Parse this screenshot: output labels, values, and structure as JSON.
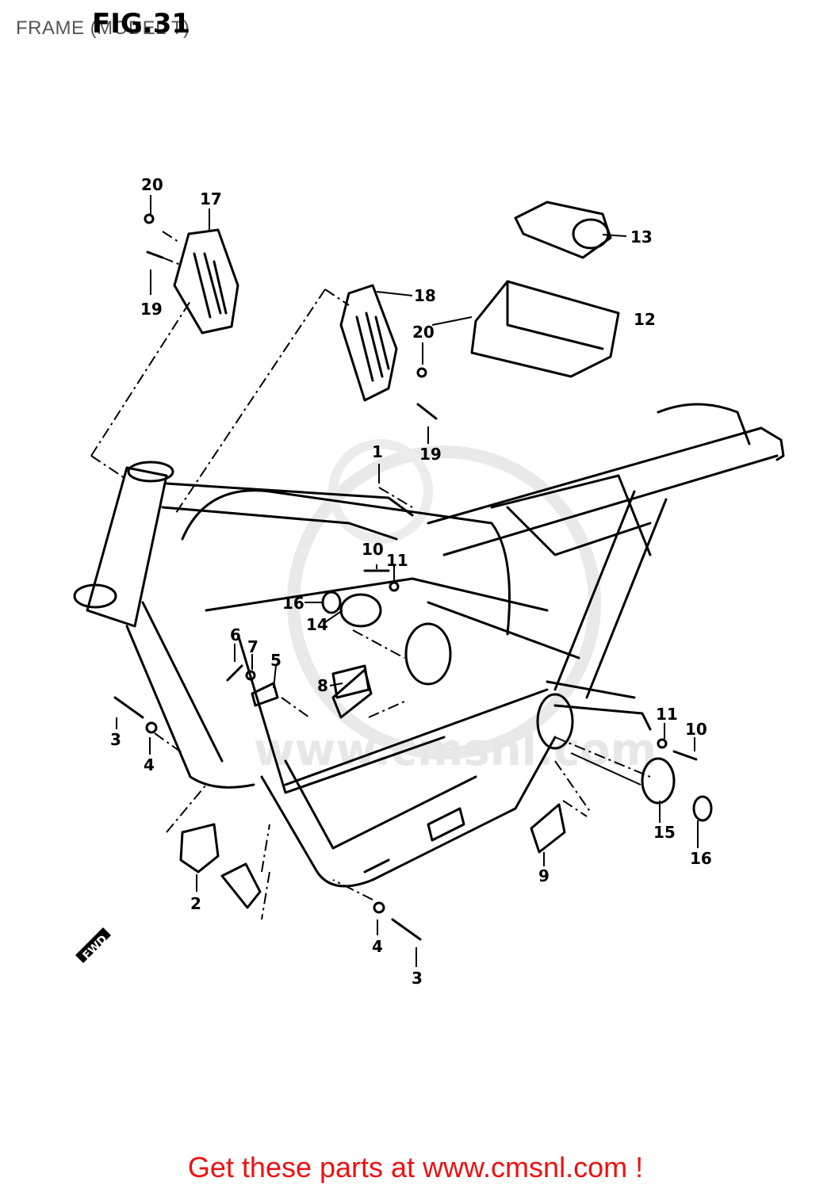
{
  "header": {
    "title": "FRAME (MODEL T)",
    "figure_label": "FIG.31"
  },
  "watermark": {
    "text": "www.cmsnl.com"
  },
  "callouts": {
    "c1": "1",
    "c2": "2",
    "c3a": "3",
    "c3b": "3",
    "c4a": "4",
    "c4b": "4",
    "c5": "5",
    "c6": "6",
    "c7": "7",
    "c8": "8",
    "c9": "9",
    "c10a": "10",
    "c10b": "10",
    "c11a": "11",
    "c11b": "11",
    "c12": "12",
    "c13": "13",
    "c14": "14",
    "c15": "15",
    "c16a": "16",
    "c16b": "16",
    "c17": "17",
    "c18": "18",
    "c19a": "19",
    "c19b": "19",
    "c20a": "20",
    "c20b": "20"
  },
  "fwd_marker": "FWD",
  "footer": {
    "promo_text": "Get these parts at www.cmsnl.com !"
  },
  "colors": {
    "line": "#000000",
    "promo": "#ee1111",
    "watermark": "#e7e7e7",
    "title": "#555555"
  }
}
